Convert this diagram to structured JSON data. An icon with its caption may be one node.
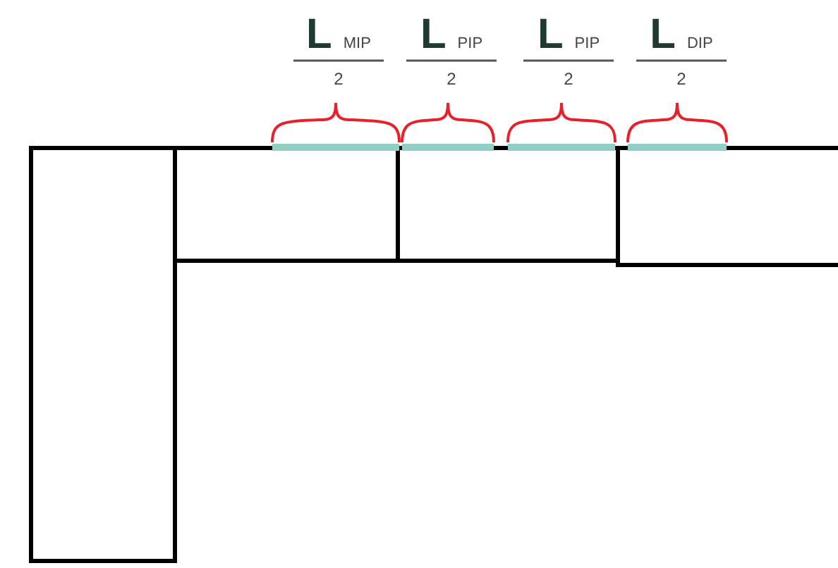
{
  "diagram": {
    "labels": [
      "L$_{MIP}$",
      "2",
      "L$_{PIP}$",
      "2",
      "L$_{PIP}$",
      "2",
      "L$_{DIP}$",
      "2"
    ]
  }
}
